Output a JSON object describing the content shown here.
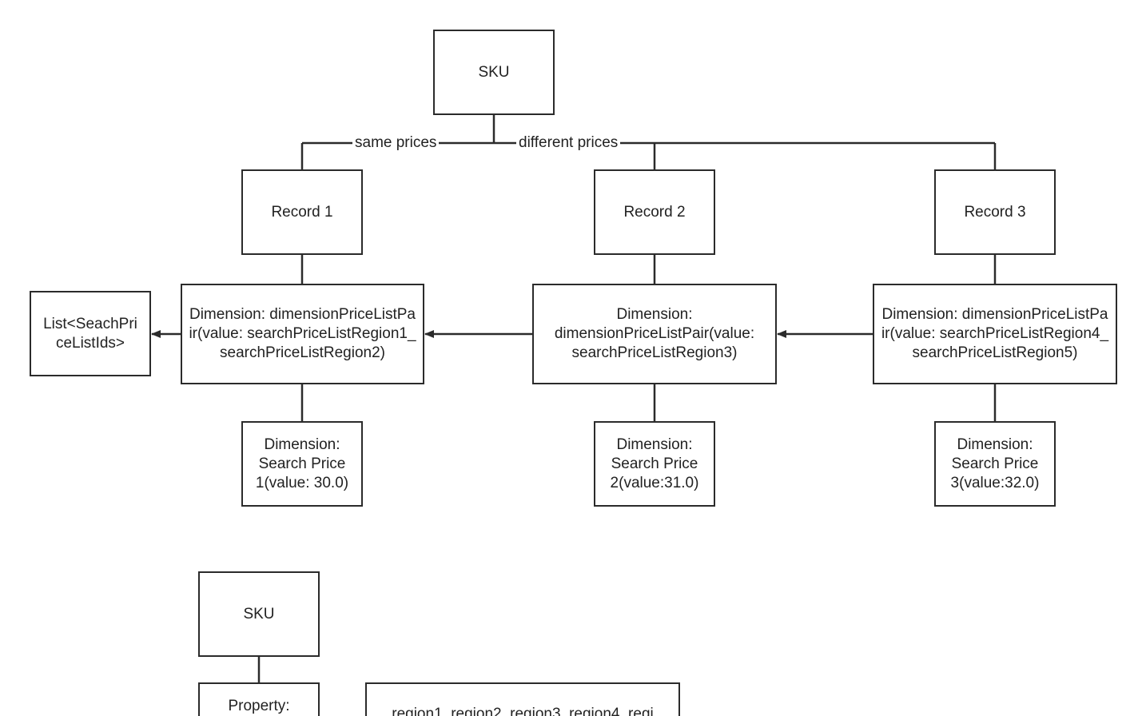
{
  "top_tree": {
    "sku": "SKU",
    "edge_same": "same prices",
    "edge_different": "different prices",
    "records": [
      "Record 1",
      "Record 2",
      "Record 3"
    ],
    "pairs": [
      "Dimension: dimensionPriceListPair(value: searchPriceListRegion1_searchPriceListRegion2)",
      "Dimension: dimensionPriceListPair(value: searchPriceListRegion3)",
      "Dimension: dimensionPriceListPair(value: searchPriceListRegion4_searchPriceListRegion5)"
    ],
    "prices": [
      "Dimension: Search Price 1(value: 30.0)",
      "Dimension: Search Price 2(value:31.0)",
      "Dimension: Search Price 3(value:32.0)"
    ],
    "list_box": "List<SeachPriceListIds>"
  },
  "bottom_tree": {
    "sku": "SKU",
    "property": "Property:",
    "regions": "region1_region2_region3_region4_regi"
  },
  "colors": {
    "stroke": "#2b2b2b",
    "text": "#222222",
    "background": "#ffffff"
  }
}
